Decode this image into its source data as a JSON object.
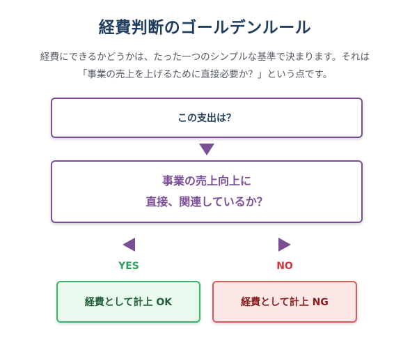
{
  "title": "経費判断のゴールデンルール",
  "description": {
    "line1": "経費にできるかどうかは、たった一つのシンプルな基準で決まります。それは",
    "line2": "「事業の売上を上げるために直接必要か？」という点です。"
  },
  "flow": {
    "question1": "この支出は？",
    "question2_line1": "事業の売上向上に",
    "question2_line2": "直接、関連しているか？",
    "yes_label": "YES",
    "no_label": "NO",
    "result_ok": "経費として計上 OK",
    "result_ng": "経費として計上 NG"
  },
  "colors": {
    "accent_purple": "#7b4f96",
    "title_navy": "#1f3d5c",
    "yes_green": "#2e9e5c",
    "no_red": "#d13438",
    "ok_fill": "#e9faef",
    "ng_fill": "#fde7e7"
  },
  "icons": {
    "down": "triangle-down-icon",
    "left": "triangle-left-icon",
    "right": "triangle-right-icon"
  }
}
